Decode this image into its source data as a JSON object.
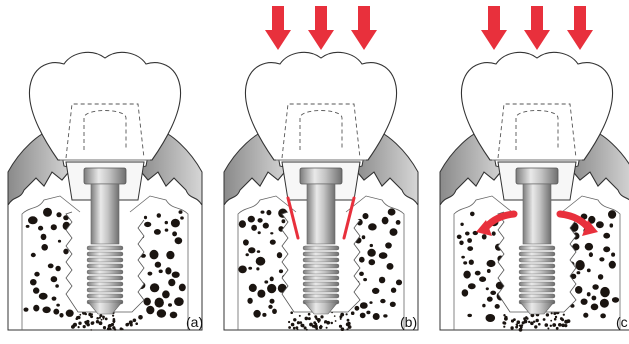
{
  "figure": {
    "panels": [
      {
        "id": "a",
        "label": "(a)",
        "load_arrows": false,
        "stress_marks": "none"
      },
      {
        "id": "b",
        "label": "(b)",
        "load_arrows": true,
        "stress_marks": "crestal-lines"
      },
      {
        "id": "c",
        "label": "(c",
        "load_arrows": true,
        "stress_marks": "curved-arrows"
      }
    ],
    "colors": {
      "load_arrow": "#e8303c",
      "gingiva": "#c9c9c9",
      "bone_dot": "#1a1410",
      "outline": "#333333",
      "implant": "#b8b8b8"
    }
  }
}
